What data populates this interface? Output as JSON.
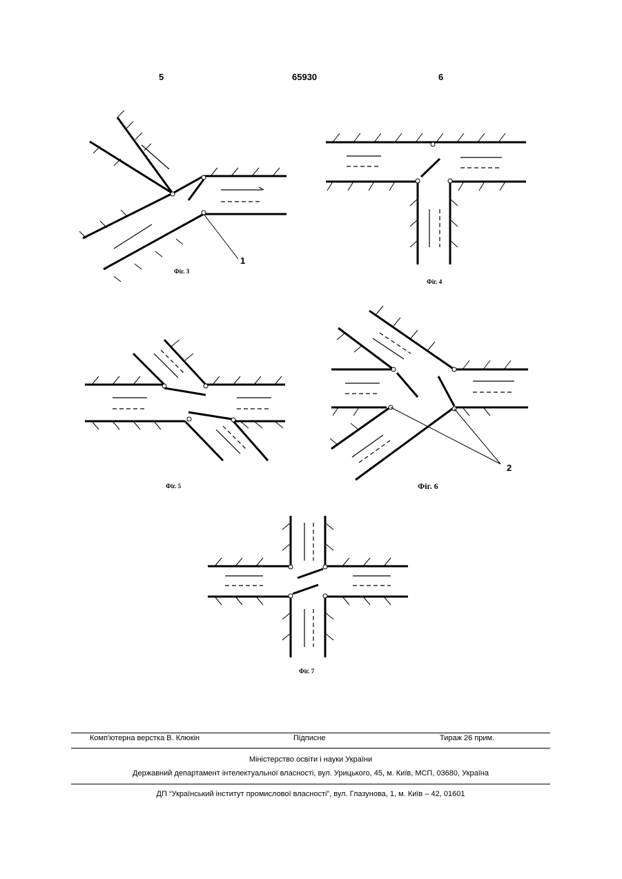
{
  "header": {
    "page_left": "5",
    "patent_number": "65930",
    "page_right": "6"
  },
  "figures": {
    "fig3": {
      "caption": "Фіг. 3",
      "callout": "1"
    },
    "fig4": {
      "caption": "Фіг. 4"
    },
    "fig5": {
      "caption": "Фіг. 5"
    },
    "fig6": {
      "caption": "Фіг. 6",
      "callout": "2"
    },
    "fig7": {
      "caption": "Фіг. 7"
    }
  },
  "footer": {
    "layout": "Комп'ютерна верстка В. Клюкін",
    "signed": "Підписне",
    "circulation": "Тираж 26 прим.",
    "ministry": "Міністерство освіти і науки України",
    "department": "Державний департамент інтелектуальної власності, вул. Урицького, 45, м. Київ, МСП, 03680, Україна",
    "institute": "ДП “Український інститут промислової власності”, вул. Глазунова, 1, м. Київ – 42, 01601"
  }
}
